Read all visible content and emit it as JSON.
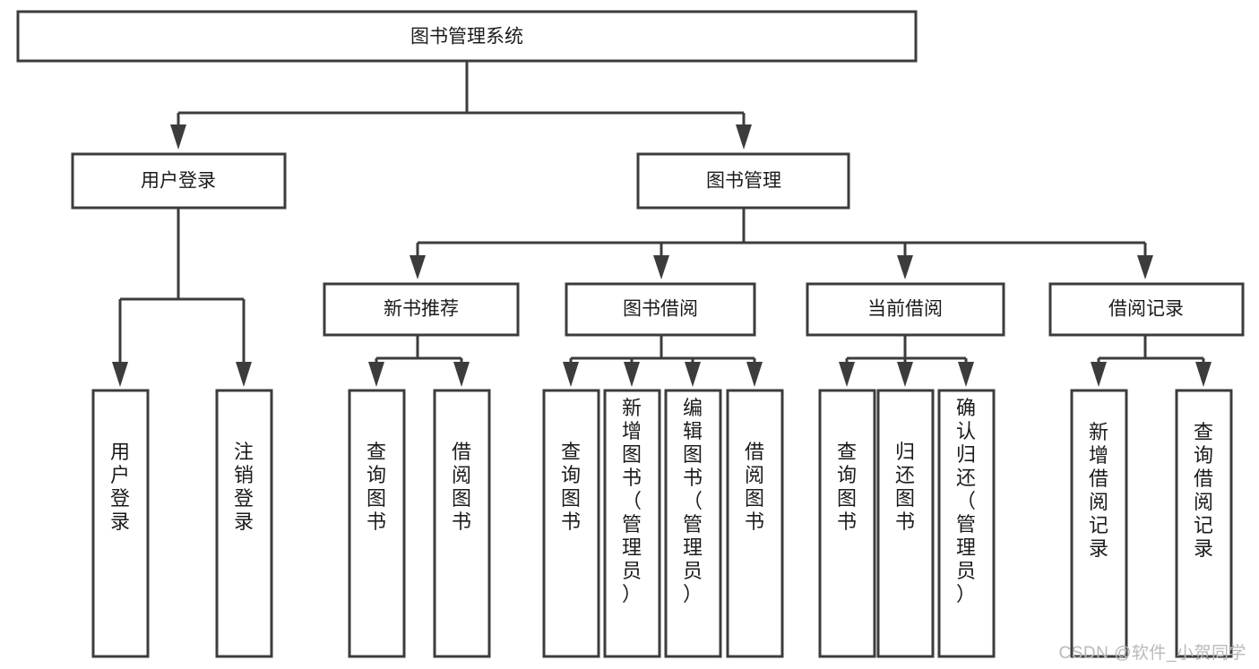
{
  "diagram": {
    "type": "hierarchy-tree",
    "title": "图书管理系统",
    "watermark": "CSDN @软件_小贺同学",
    "colors": {
      "stroke": "#3c3c3c",
      "node_fill": "#ffffff",
      "text": "#1b1b1b",
      "watermark": "#b9b9b9",
      "background": "#ffffff"
    },
    "levels": {
      "root": {
        "label": "图书管理系统"
      },
      "level1": [
        {
          "id": "user-login",
          "label": "用户登录"
        },
        {
          "id": "book-management",
          "label": "图书管理"
        }
      ],
      "level2": [
        {
          "id": "new-book-recommend",
          "label": "新书推荐",
          "parent": "book-management"
        },
        {
          "id": "book-borrow",
          "label": "图书借阅",
          "parent": "book-management"
        },
        {
          "id": "current-borrow",
          "label": "当前借阅",
          "parent": "book-management"
        },
        {
          "id": "borrow-record",
          "label": "借阅记录",
          "parent": "book-management"
        }
      ],
      "leaves": {
        "user-login": [
          {
            "id": "leaf-user-login",
            "label": "用户登录"
          },
          {
            "id": "leaf-logout-login",
            "label": "注销登录"
          }
        ],
        "new-book-recommend": [
          {
            "id": "leaf-query-book-1",
            "label": "查询图书"
          },
          {
            "id": "leaf-borrow-book-1",
            "label": "借阅图书"
          }
        ],
        "book-borrow": [
          {
            "id": "leaf-query-book-2",
            "label": "查询图书"
          },
          {
            "id": "leaf-add-book-admin",
            "label": "新增图书（管理员）"
          },
          {
            "id": "leaf-edit-book-admin",
            "label": "编辑图书（管理员）"
          },
          {
            "id": "leaf-borrow-book-2",
            "label": "借阅图书"
          }
        ],
        "current-borrow": [
          {
            "id": "leaf-query-book-3",
            "label": "查询图书"
          },
          {
            "id": "leaf-return-book",
            "label": "归还图书"
          },
          {
            "id": "leaf-confirm-return-admin",
            "label": "确认归还（管理员）"
          }
        ],
        "borrow-record": [
          {
            "id": "leaf-add-borrow-record",
            "label": "新增借阅记录"
          },
          {
            "id": "leaf-query-borrow-record",
            "label": "查询借阅记录"
          }
        ]
      }
    }
  }
}
